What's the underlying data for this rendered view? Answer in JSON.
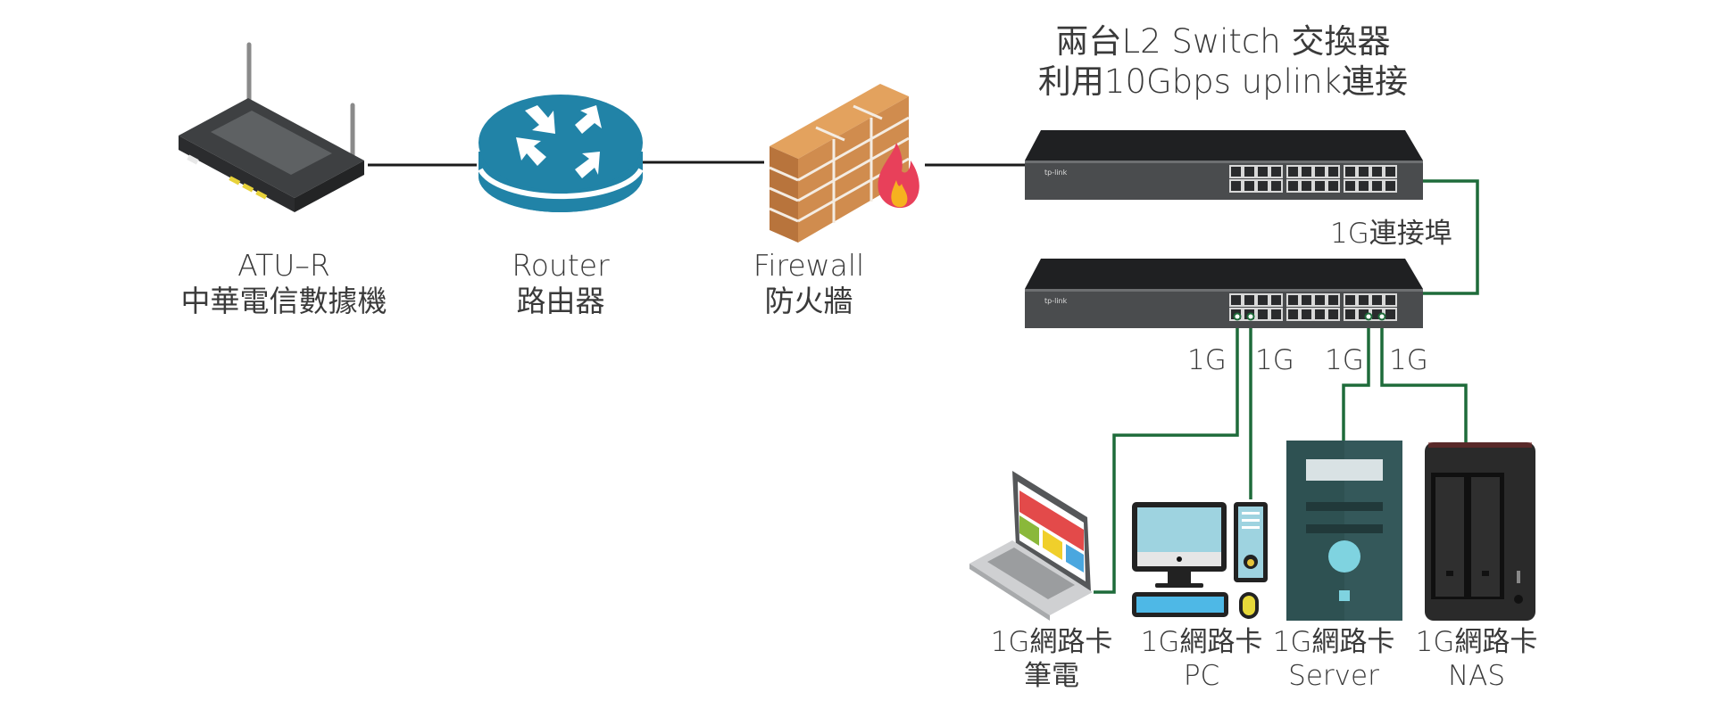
{
  "title": {
    "line1": "兩台L2 Switch 交換器",
    "line2": "利用10Gbps uplink連接"
  },
  "colors": {
    "wire_black": "#1a1a1a",
    "wire_green": "#1e6b3a",
    "router_blue": "#2183a7",
    "brick": "#c98a4a",
    "flame_red": "#e8405a",
    "flame_yellow": "#f6b21f",
    "switch_body": "#3b3d3f",
    "server_teal": "#2e5152",
    "nas_body": "#2a2a2a"
  },
  "devices": {
    "atu_r": {
      "icon": "dsl-modem-icon",
      "label_line1": "ATU–R",
      "label_line2": "中華電信數據機"
    },
    "router": {
      "icon": "router-icon",
      "label_line1": "Router",
      "label_line2": "路由器"
    },
    "firewall": {
      "icon": "firewall-icon",
      "label_line1": "Firewall",
      "label_line2": "防火牆"
    },
    "switch_top": {
      "icon": "network-switch-icon",
      "brand": "tp-link"
    },
    "switch_bottom": {
      "icon": "network-switch-icon",
      "brand": "tp-link"
    },
    "laptop": {
      "icon": "laptop-icon",
      "label_line1": "1G網路卡",
      "label_line2": "筆電"
    },
    "pc": {
      "icon": "desktop-pc-icon",
      "label_line1": "1G網路卡",
      "label_line2": "PC"
    },
    "server": {
      "icon": "server-tower-icon",
      "label_line1": "1G網路卡",
      "label_line2": "Server"
    },
    "nas": {
      "icon": "nas-icon",
      "label_line1": "1G網路卡",
      "label_line2": "NAS"
    }
  },
  "links": {
    "uplink_label": "1G連接埠",
    "port_labels": [
      "1G",
      "1G",
      "1G",
      "1G"
    ]
  }
}
